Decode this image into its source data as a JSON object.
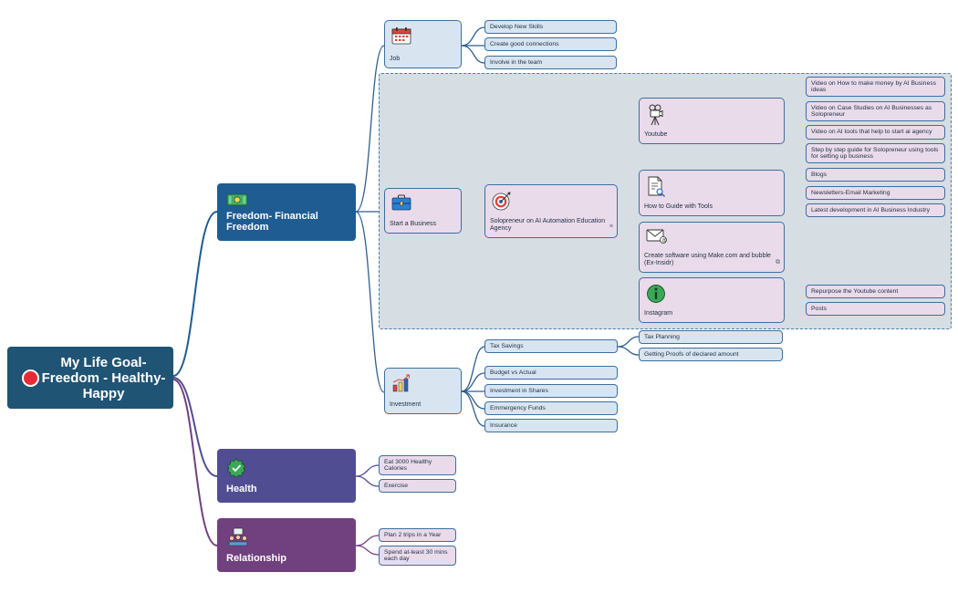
{
  "root": {
    "title": "My Life Goal- Freedom - Healthy- Happy",
    "marker_color": "#e52b36",
    "color": "#1f5475"
  },
  "branches": {
    "freedom": {
      "label": "Freedom- Financial Freedom",
      "icon": "money-bill-icon",
      "color": "#1f5c92",
      "job": {
        "label": "Job",
        "icon": "calendar-icon",
        "items": [
          "Develop New Skills",
          "Create good connections",
          "Involve in the team"
        ]
      },
      "business": {
        "label": "Start a Business",
        "icon": "briefcase-icon",
        "agency": {
          "label": "Solopreneur on AI Automation Education Agency",
          "icon": "target-icon"
        },
        "youtube": {
          "label": "Youtube",
          "icon": "video-camera-icon",
          "items": [
            "Video on How to make money by AI Business ideas",
            "Video on Case Studies on AI Businesses as Solopreneur",
            "Video on AI tools that help to start ai agency",
            "Step by step guide for Solopreneur using tools for setting up business"
          ]
        },
        "guide": {
          "label": "How to Guide with Tools",
          "icon": "document-search-icon",
          "items": [
            "Blogs",
            "Newsletters-Email Marketing",
            "Latest development in AI Business Industry"
          ]
        },
        "software": {
          "label": "Create software using Make.com and bubble (Ex-Insidr)",
          "icon": "envelope-icon"
        },
        "instagram": {
          "label": "Instagram",
          "icon": "info-icon",
          "items": [
            "Repurpose the Youtube content",
            "Posts"
          ]
        }
      },
      "investment": {
        "label": "Investment",
        "icon": "bar-chart-icon",
        "tax": {
          "label": "Tax Savings",
          "items": [
            "Tax Planning",
            "Getting Proofs of declared amount"
          ]
        },
        "items": [
          "Budget vs Actual",
          "Investment in Shares",
          "Emmergency Funds",
          "Insurance"
        ]
      }
    },
    "health": {
      "label": "Health",
      "icon": "check-badge-icon",
      "color": "#514d93",
      "items": [
        "Eat 3000 Healthy Calories",
        "Exercise"
      ]
    },
    "relationship": {
      "label": "Relationship",
      "icon": "meeting-icon",
      "color": "#71407f",
      "items": [
        "Plan 2 trips in a Year",
        "Spend at-least 30 mins each day"
      ]
    }
  }
}
